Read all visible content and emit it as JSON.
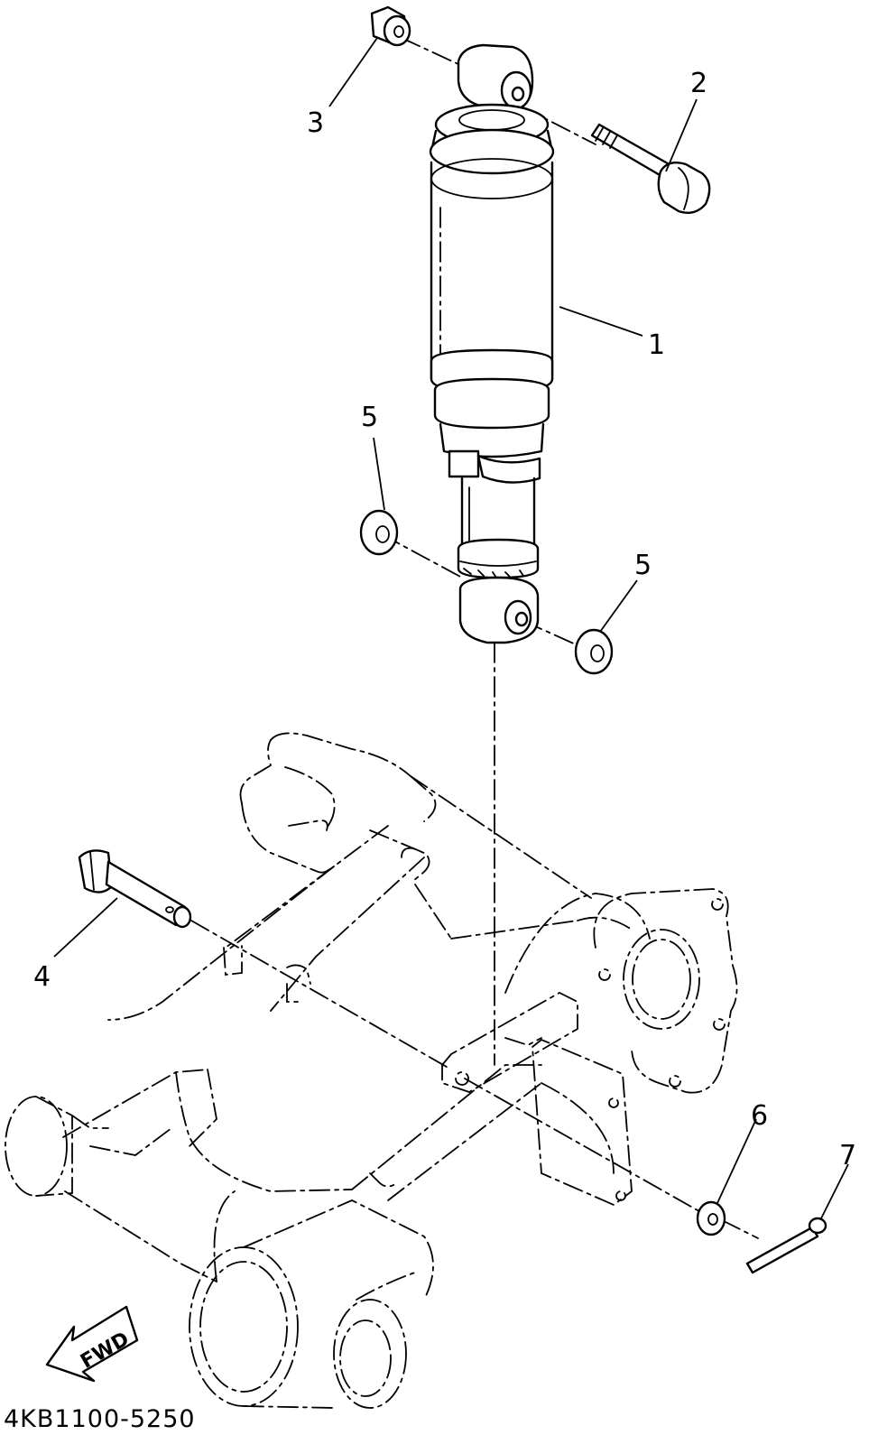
{
  "callouts": {
    "c1": "1",
    "c2": "2",
    "c3": "3",
    "c4": "4",
    "c5a": "5",
    "c5b": "5",
    "c6": "6",
    "c7": "7"
  },
  "direction_label": "FWD",
  "diagram_code": "4KB1100-5250",
  "colors": {
    "ink": "#000000",
    "paper": "#ffffff"
  }
}
